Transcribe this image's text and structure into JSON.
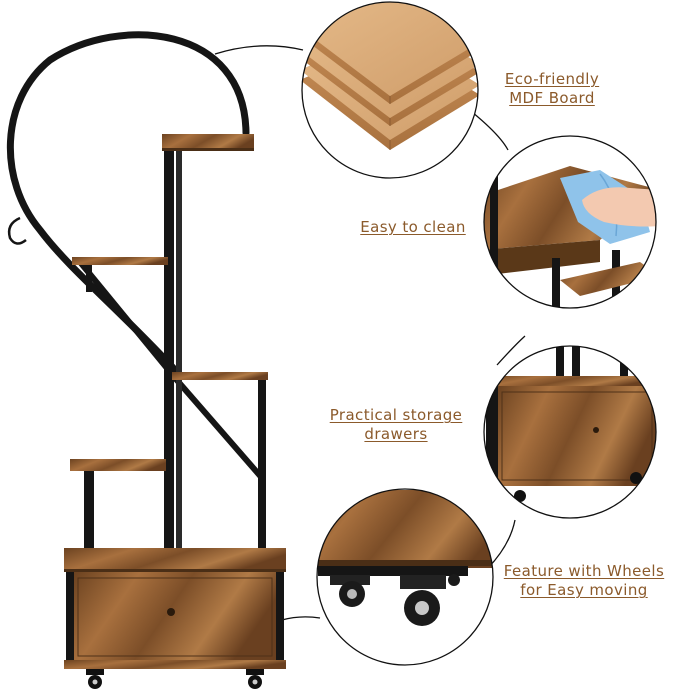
{
  "callouts": {
    "mdf": {
      "line1": "Eco-friendly",
      "line2": "MDF Board"
    },
    "clean": {
      "line1": "Easy to clean"
    },
    "drawers": {
      "line1": "Practical storage",
      "line2": "drawers"
    },
    "wheels": {
      "line1": "Feature with Wheels",
      "line2": "for Easy moving"
    }
  },
  "colors": {
    "label_text": "#8b5a2b",
    "wood_light": "#a87040",
    "wood_dark": "#5e3a1c",
    "mdf": "#dcae7c",
    "metal": "#141414",
    "cloth": "#8fc3ea"
  }
}
